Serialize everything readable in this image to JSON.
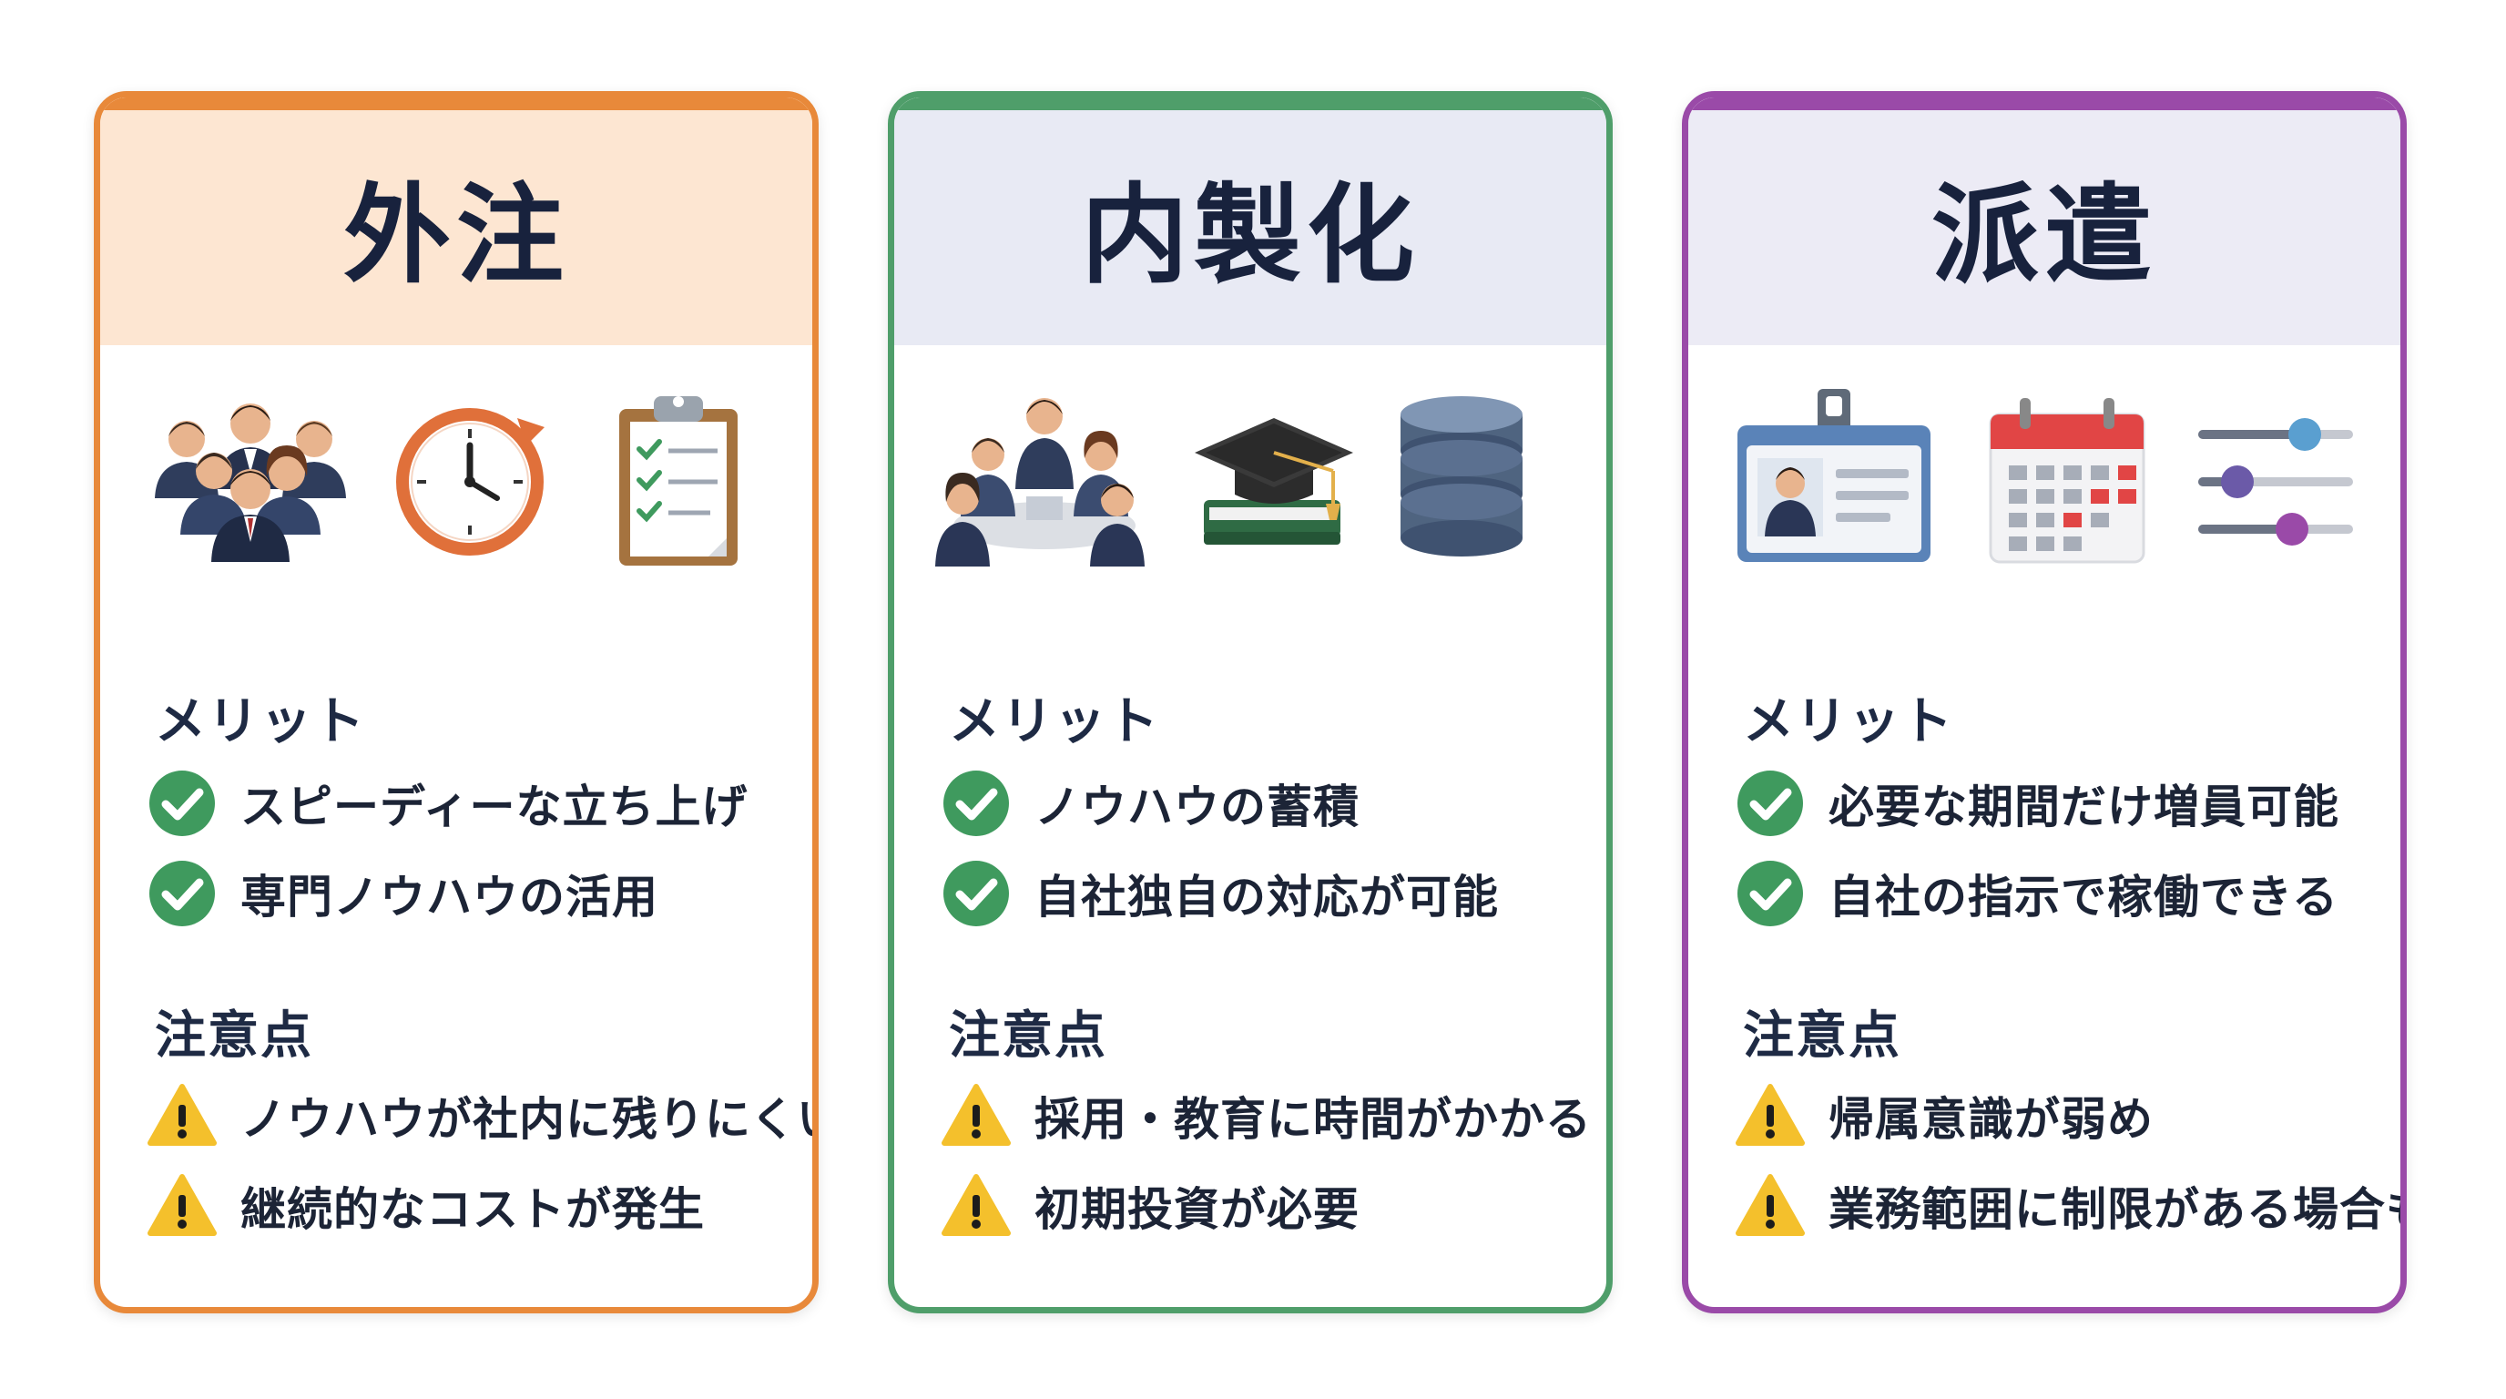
{
  "cards": [
    {
      "title": "外注",
      "accent": "#e8893a",
      "header_bg": "#fde6d2",
      "icons": [
        "group-of-people-icon",
        "clock-refresh-icon",
        "clipboard-checklist-icon"
      ],
      "merit_label": "メリット",
      "merits": [
        "スピーディーな立ち上げ",
        "専門ノウハウの活用"
      ],
      "caution_label": "注意点",
      "cautions": [
        "ノウハウが社内に残りにくい",
        "継続的なコストが発生"
      ]
    },
    {
      "title": "内製化",
      "accent": "#4f9e6a",
      "header_bg": "#e8eaf4",
      "icons": [
        "team-meeting-icon",
        "graduation-cap-book-icon",
        "database-icon"
      ],
      "merit_label": "メリット",
      "merits": [
        "ノウハウの蓄積",
        "自社独自の対応が可能"
      ],
      "caution_label": "注意点",
      "cautions": [
        "採用・教育に時間がかかる",
        "初期投資が必要"
      ]
    },
    {
      "title": "派遣",
      "accent": "#9a4aa8",
      "header_bg": "#ecebf5",
      "icons": [
        "id-badge-icon",
        "calendar-icon",
        "sliders-icon"
      ],
      "merit_label": "メリット",
      "merits": [
        "必要な期間だけ増員可能",
        "自社の指示で稼働できる"
      ],
      "caution_label": "注意点",
      "cautions": [
        "帰属意識が弱め",
        "業務範囲に制限がある場合も"
      ]
    }
  ],
  "colors": {
    "check": "#3f9a5e",
    "warning": "#f4c02c",
    "title_text": "#18223d"
  }
}
